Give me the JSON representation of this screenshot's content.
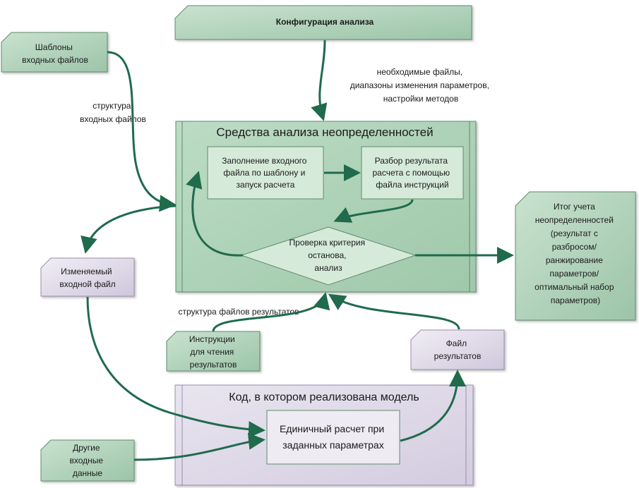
{
  "colors": {
    "green_fill": "#a9cdb4",
    "green_light": "#d6ead9",
    "green_dark": "#5d8c6c",
    "purple_fill": "#d9d3e3",
    "purple_light": "#eeebf2",
    "purple_dark": "#9a8eac",
    "arrow": "#1f6b4c",
    "text": "#1a1a1a"
  },
  "nodes": {
    "config": {
      "label": "Конфигурация анализа"
    },
    "templates": {
      "label": [
        "Шаблоны",
        "входных файлов"
      ]
    },
    "uq_tools": {
      "label": "Средства анализа неопределенностей"
    },
    "fill_input": {
      "label": [
        "Заполнение входного",
        "файла по шаблону и",
        "запуск расчета"
      ]
    },
    "parse_results": {
      "label": [
        "Разбор результата",
        "расчета с помощью",
        "файла инструкций"
      ]
    },
    "stop_check": {
      "label": [
        "Проверка критерия",
        "останова,",
        "анализ"
      ]
    },
    "modified_input": {
      "label": [
        "Изменяемый",
        "входной файл"
      ]
    },
    "uq_result": {
      "label": [
        "Итог учета",
        "неопределенностей",
        "(результат с",
        "разбросом/",
        "ранжирование",
        "параметров/",
        "оптимальный набор",
        "параметров)"
      ]
    },
    "read_instructions": {
      "label": [
        "Инструкции",
        "для чтения",
        "результатов"
      ]
    },
    "result_file": {
      "label": [
        "Файл",
        "результатов"
      ]
    },
    "model_code": {
      "label": "Код, в котором реализована модель"
    },
    "single_run": {
      "label": [
        "Единичный расчет при",
        "заданных параметрах"
      ]
    },
    "other_inputs": {
      "label": [
        "Другие",
        "входные",
        "данные"
      ]
    }
  },
  "edge_labels": {
    "config_to_tools": [
      "необходимые файлы,",
      "диапазоны изменения параметров,",
      "настройки методов"
    ],
    "templates_to_tools": [
      "структура",
      "входных файлов"
    ],
    "instructions_to_check": "структура файлов результатов"
  }
}
